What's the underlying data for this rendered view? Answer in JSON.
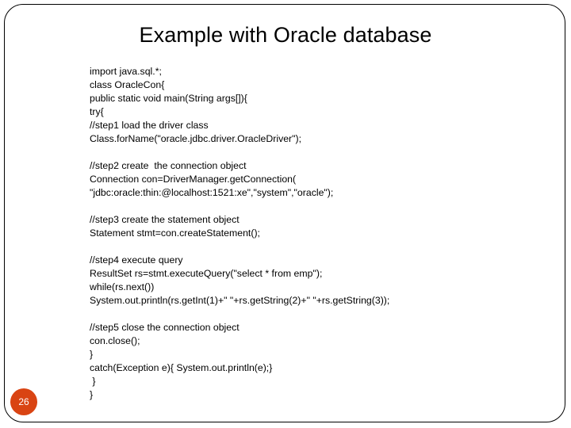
{
  "slide": {
    "title": "Example with Oracle database",
    "page_number": "26",
    "badge_color": "#d94413",
    "text_color": "#000000",
    "background_color": "#ffffff",
    "frame_border_color": "#000000"
  },
  "code": {
    "language": "java",
    "lines": [
      "import java.sql.*;",
      "class OracleCon{",
      "public static void main(String args[]){",
      "try{",
      "//step1 load the driver class",
      "Class.forName(\"oracle.jdbc.driver.OracleDriver\");",
      "",
      "//step2 create  the connection object",
      "Connection con=DriverManager.getConnection(",
      "\"jdbc:oracle:thin:@localhost:1521:xe\",\"system\",\"oracle\");",
      "",
      "//step3 create the statement object",
      "Statement stmt=con.createStatement();",
      "",
      "//step4 execute query",
      "ResultSet rs=stmt.executeQuery(\"select * from emp\");",
      "while(rs.next())",
      "System.out.println(rs.getInt(1)+\" \"+rs.getString(2)+\" \"+rs.getString(3));",
      "",
      "//step5 close the connection object",
      "con.close();",
      "}",
      "catch(Exception e){ System.out.println(e);}",
      " }",
      "}"
    ]
  }
}
